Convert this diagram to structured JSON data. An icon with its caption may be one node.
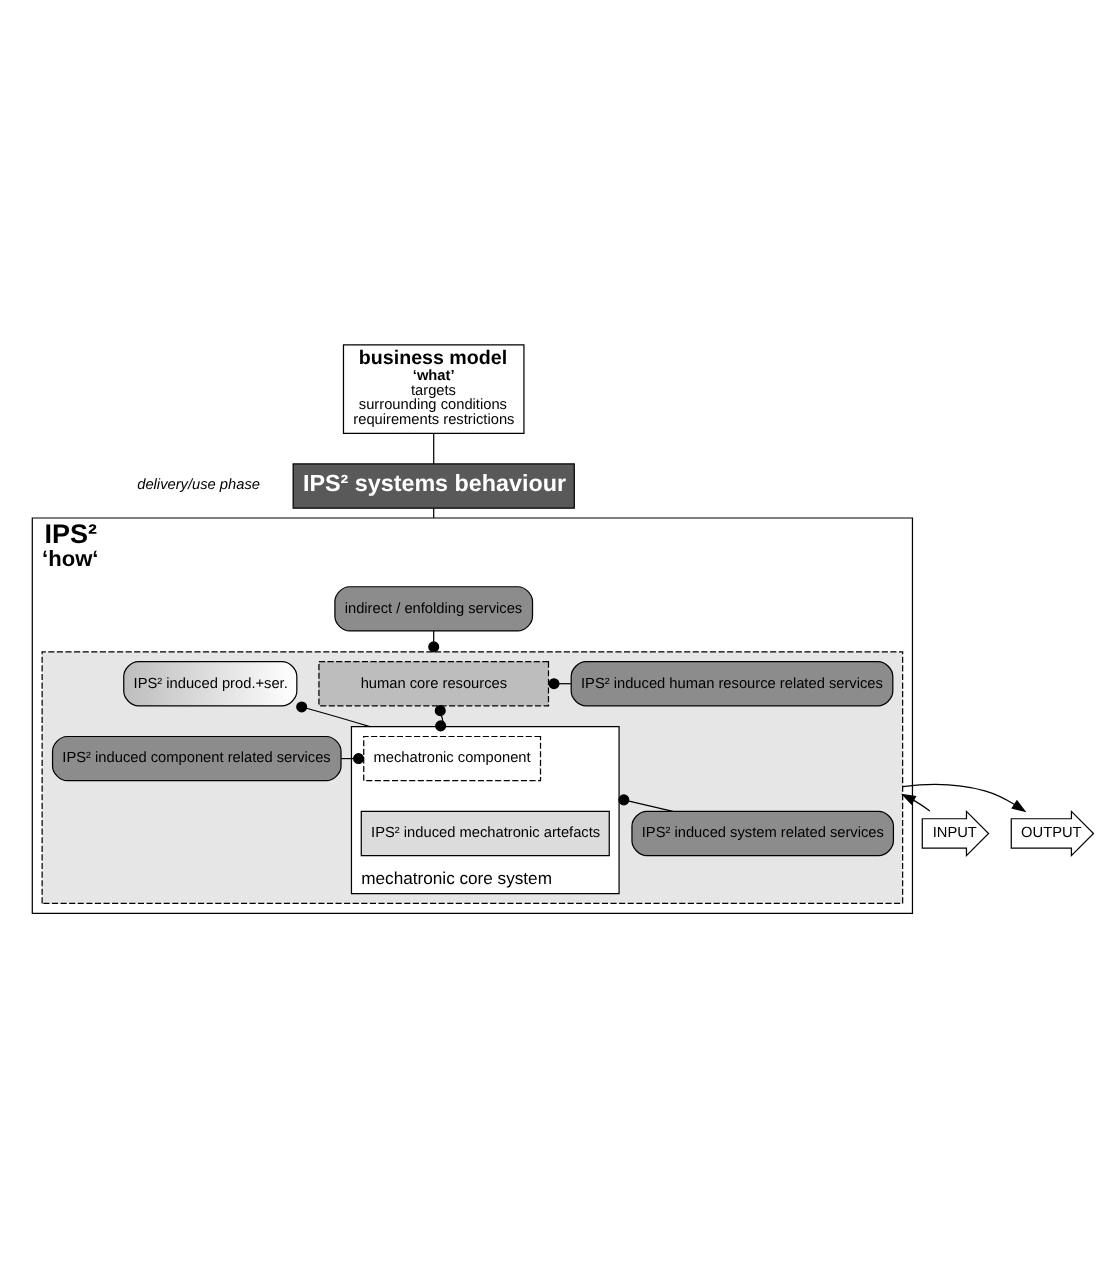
{
  "diagram": {
    "nodes": [
      {
        "text": [
          "business model",
          "‘what’",
          "targets",
          "surrounding conditions",
          "requirements restrictions"
        ]
      },
      {
        "text": [
          "IPS² systems behaviour"
        ]
      },
      {
        "text": [
          "IPS²",
          "‘how‘"
        ]
      },
      {
        "text": [
          "indirect / enfolding services"
        ],
        "in": 2
      },
      {
        "text": [],
        "shape": "box",
        "in": 2
      },
      {
        "text": [
          "human core resources"
        ],
        "in": 4
      },
      {
        "text": [
          "mechatronic core system"
        ],
        "in": 4
      },
      {
        "text": [
          "IPS² induced prod.+ser."
        ],
        "in": 4
      },
      {
        "text": [
          "mechatronic component"
        ],
        "in": 6
      },
      {
        "text": [
          "IPS² induced mechatronic artefacts"
        ],
        "in": 6
      },
      {
        "text": [
          "IPS² induced human resource related services"
        ],
        "in": 4
      },
      {
        "text": [
          "IPS² induced component related services"
        ],
        "in": 4
      },
      {
        "text": [
          "IPS² induced system related services"
        ],
        "in": 4
      },
      {
        "text": [
          "INPUT"
        ]
      },
      {
        "text": [
          "OUTPUT"
        ]
      }
    ],
    "edges": [
      {
        "from": 0,
        "to": 1,
        "arrow": "none"
      },
      {
        "from": 1,
        "to": 2,
        "arrow": "none"
      },
      {
        "from": 3,
        "to": 4,
        "arrow": "other"
      },
      {
        "from": 5,
        "to": 10,
        "arrow": "other"
      },
      {
        "from": 5,
        "to": 6,
        "arrow": "other"
      },
      {
        "from": 7,
        "to": 6,
        "arrow": "other"
      },
      {
        "from": 8,
        "to": 11,
        "arrow": "other"
      },
      {
        "from": 6,
        "to": 12,
        "arrow": "other"
      },
      {
        "from": 13,
        "to": 4,
        "arrow": "to"
      },
      {
        "from": 4,
        "to": 14,
        "arrow": "to"
      }
    ],
    "labels": [
      "delivery/use phase"
    ]
  }
}
